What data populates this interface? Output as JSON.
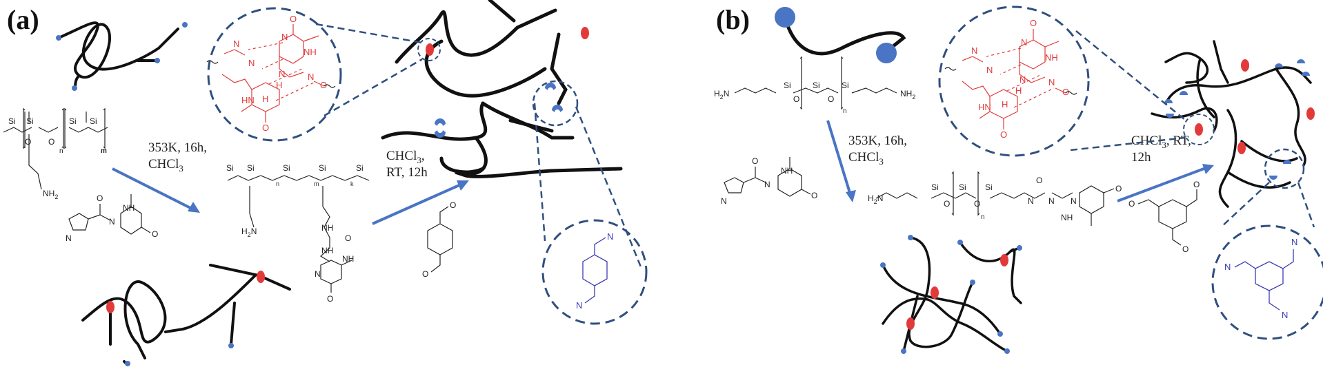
{
  "colors": {
    "blue_dot": "#4a74c4",
    "arrow": "#4a74c4",
    "red": "#e23a3a",
    "imine": "#3b3bb8",
    "chain": "#111111"
  },
  "panel_a": {
    "label": "(a)",
    "step1": {
      "line1": "353K, 16h,",
      "line2": "CHCl",
      "line2_sub": "3"
    },
    "step2": {
      "line1": "CHCl",
      "line1_sub": "3",
      "line1_end": ",",
      "line2": "RT, 12h"
    },
    "atoms": {
      "si": "Si",
      "o": "O",
      "nh2": "NH",
      "nh2_sub": "2",
      "n": "n",
      "m": "m",
      "k": "k",
      "h2n": "H",
      "nh": "NH",
      "n_atom": "N",
      "o_atom": "O",
      "h": "H",
      "hn": "HN"
    }
  },
  "panel_b": {
    "label": "(b)",
    "step1": {
      "line1": "353K, 16h,",
      "line2": "CHCl",
      "line2_sub": "3"
    },
    "step2": {
      "line1": "CHCl",
      "line1_sub": "3",
      "line1_end": ", RT,",
      "line2": "12h"
    },
    "atoms": {
      "h2n": "H",
      "h2n_sub": "2",
      "h2n_end": "N",
      "nh2": "NH",
      "nh2_sub": "2",
      "si": "Si",
      "o": "O",
      "n": "n"
    }
  }
}
